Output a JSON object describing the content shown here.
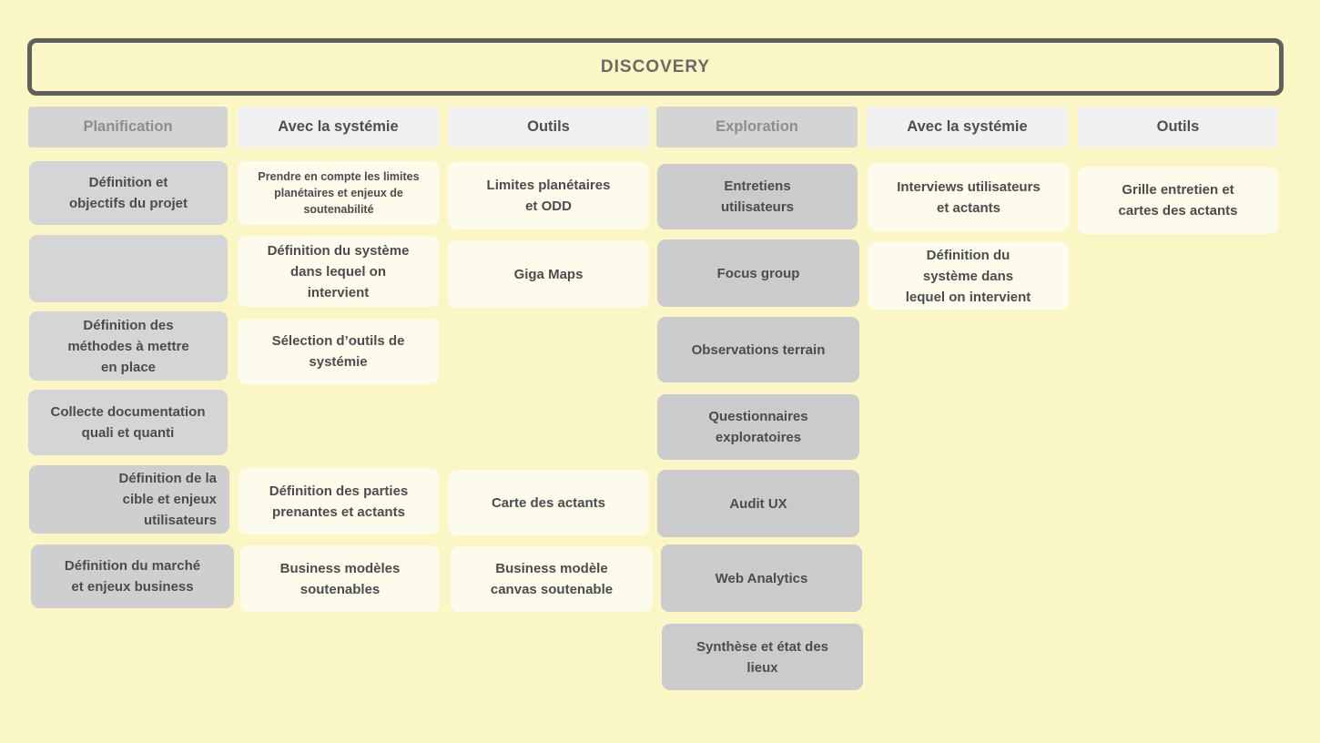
{
  "board": {
    "phase_title": "DISCOVERY"
  },
  "colors": {
    "background": "#FBF6C5",
    "phase_border": "#5F5F5F",
    "phase_title_text": "#696969",
    "header_gray_bg": "#D4D4D4",
    "header_gray_text": "#8D8D8D",
    "header_light_bg": "#F0F0F1",
    "header_light_text": "#4F4F4F",
    "card_gray_bg": "#D3D3D5",
    "card_cream_bg": "#FDFBEC",
    "card_text": "#4C4C4C"
  },
  "columns": [
    {
      "header": "Planification",
      "cards": [
        {
          "label": "Définition et\nobjectifs du projet"
        },
        {
          "label": ""
        },
        {
          "label": "Définition des\nméthodes à mettre\nen place"
        },
        {
          "label": "Collecte documentation\nquali et quanti"
        },
        {
          "label": "Définition de la\ncible et enjeux\nutilisateurs"
        },
        {
          "label": "Définition du marché\net enjeux business"
        }
      ]
    },
    {
      "header": "Avec la systémie",
      "cards": [
        {
          "label": "Prendre en compte les limites\nplanétaires et enjeux de\nsoutenabilité"
        },
        {
          "label": "Définition du système\ndans lequel on\nintervient"
        },
        {
          "label": "Sélection d’outils de\nsystémie"
        },
        {
          "label": "Définition des parties\nprenantes et actants"
        },
        {
          "label": "Business modèles\nsoutenables"
        }
      ]
    },
    {
      "header": "Outils",
      "cards": [
        {
          "label": "Limites planétaires\net ODD"
        },
        {
          "label": "Giga Maps"
        },
        {
          "label": "Carte des actants"
        },
        {
          "label": "Business modèle\ncanvas soutenable"
        }
      ]
    },
    {
      "header": "Exploration",
      "cards": [
        {
          "label": "Entretiens\nutilisateurs"
        },
        {
          "label": "Focus group"
        },
        {
          "label": "Observations terrain"
        },
        {
          "label": "Questionnaires\nexploratoires"
        },
        {
          "label": "Audit UX"
        },
        {
          "label": "Web Analytics"
        },
        {
          "label": "Synthèse et état des\nlieux"
        }
      ]
    },
    {
      "header": "Avec la systémie",
      "cards": [
        {
          "label": "Interviews utilisateurs\net actants"
        },
        {
          "label": "Définition du\nsystème dans\nlequel on intervient"
        }
      ]
    },
    {
      "header": "Outils",
      "cards": [
        {
          "label": "Grille entretien et\ncartes des actants"
        }
      ]
    }
  ]
}
